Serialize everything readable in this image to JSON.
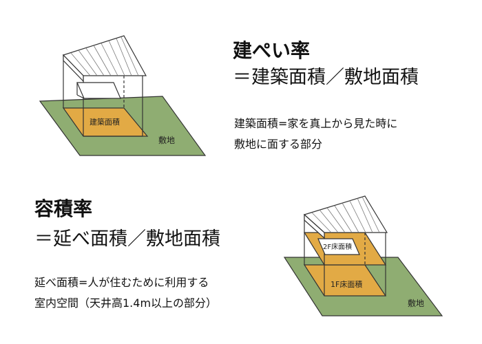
{
  "section1": {
    "title": "建ぺい率",
    "formula": "＝建築面積／敷地面積",
    "desc_line1": "建築面積=家を真上から見た時に",
    "desc_line2": "敷地に面する部分",
    "label_building_area": "建築面積",
    "label_site": "敷地"
  },
  "section2": {
    "title": "容積率",
    "formula": "＝延べ面積／敷地面積",
    "desc_line1": "延べ面積=人が住むために利用する",
    "desc_line2": "室内空間（天井高1.4m以上の部分）",
    "label_2f": "2F床面積",
    "label_1f": "1F床面積",
    "label_site": "敷地"
  },
  "colors": {
    "ground": "#8fad72",
    "floor": "#e2aa45",
    "line": "#333333"
  }
}
